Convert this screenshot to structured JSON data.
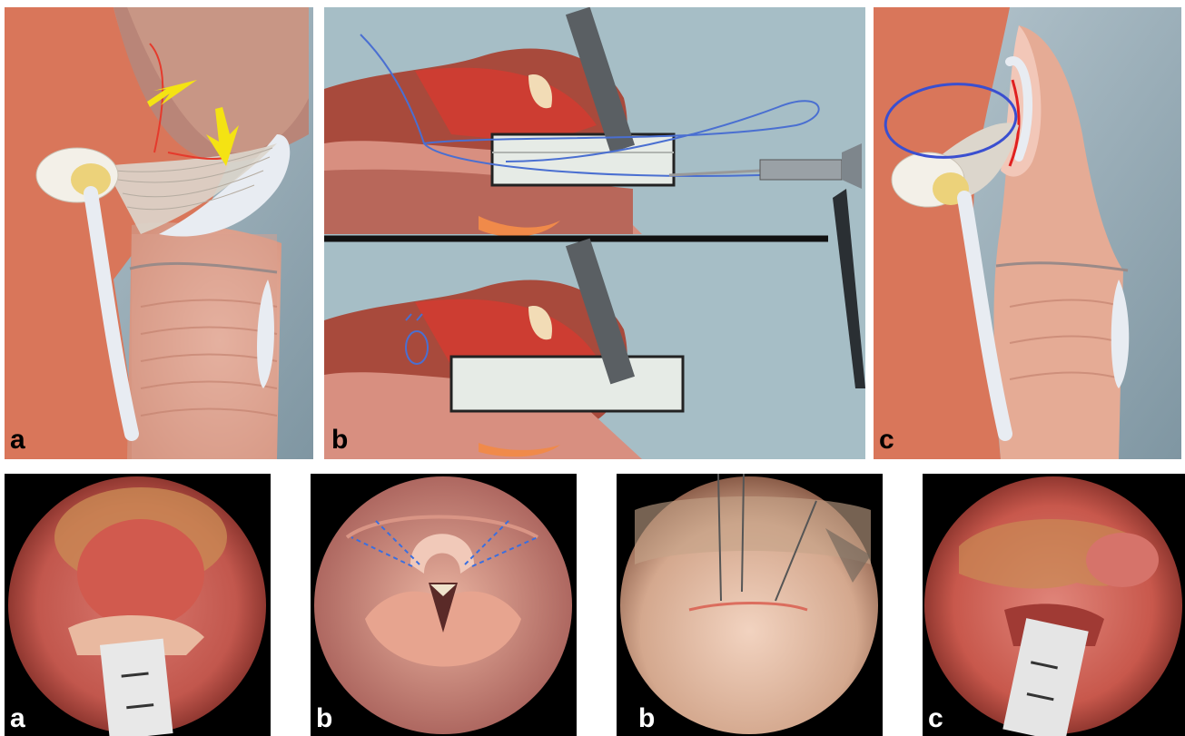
{
  "figure": {
    "top_row": [
      {
        "label": "a"
      },
      {
        "label": "b"
      },
      {
        "label": "c"
      }
    ],
    "bottom_row": [
      {
        "label": "a"
      },
      {
        "label": "b"
      },
      {
        "label": "b"
      },
      {
        "label": "c"
      }
    ]
  },
  "colors": {
    "tissue_orange": "#d9765a",
    "mucosa_pink": "#e9b39f",
    "cartilage_white": "#e8ecf2",
    "background_slate": "#9fb3bd",
    "arrow_yellow": "#f4e313",
    "suture_blue": "#4a6fd1",
    "incision_red": "#e02020"
  },
  "icons": [
    "arrow-icon",
    "suture",
    "laryngoscope",
    "needle-holder"
  ]
}
